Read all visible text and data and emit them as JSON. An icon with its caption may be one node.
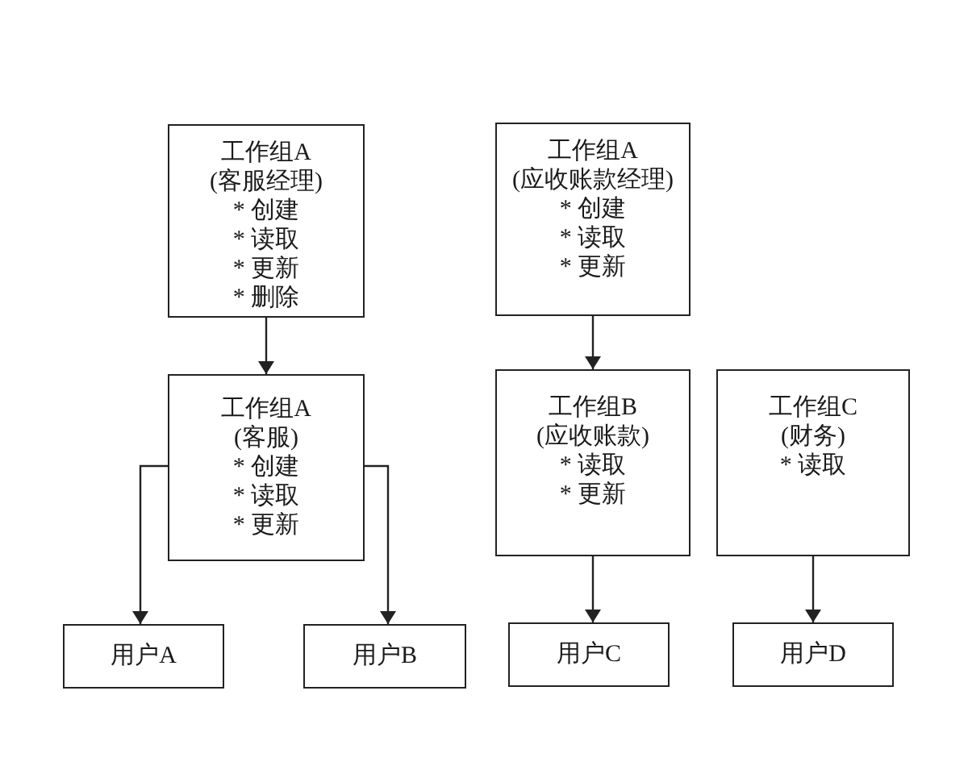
{
  "diagram": {
    "nodes": [
      {
        "text": [
          "工作组A",
          "(客服经理)",
          "* 创建",
          "* 读取",
          "* 更新",
          "* 删除"
        ]
      },
      {
        "text": [
          "工作组A",
          "(应收账款经理)",
          "* 创建",
          "* 读取",
          "* 更新"
        ]
      },
      {
        "text": [
          "工作组A",
          "(客服)",
          "* 创建",
          "* 读取",
          "* 更新"
        ]
      },
      {
        "text": [
          "工作组B",
          "(应收账款)",
          "* 读取",
          "* 更新"
        ]
      },
      {
        "text": [
          "工作组C",
          "(财务)",
          "* 读取"
        ]
      },
      {
        "text": [
          "用户A"
        ]
      },
      {
        "text": [
          "用户B"
        ]
      },
      {
        "text": [
          "用户C"
        ]
      },
      {
        "text": [
          "用户D"
        ]
      }
    ],
    "edges": [
      {
        "from": 0,
        "to": 2,
        "arrow": "to"
      },
      {
        "from": 2,
        "to": 5,
        "arrow": "to"
      },
      {
        "from": 2,
        "to": 6,
        "arrow": "to"
      },
      {
        "from": 1,
        "to": 3,
        "arrow": "to"
      },
      {
        "from": 3,
        "to": 7,
        "arrow": "to"
      },
      {
        "from": 4,
        "to": 8,
        "arrow": "to"
      }
    ]
  }
}
